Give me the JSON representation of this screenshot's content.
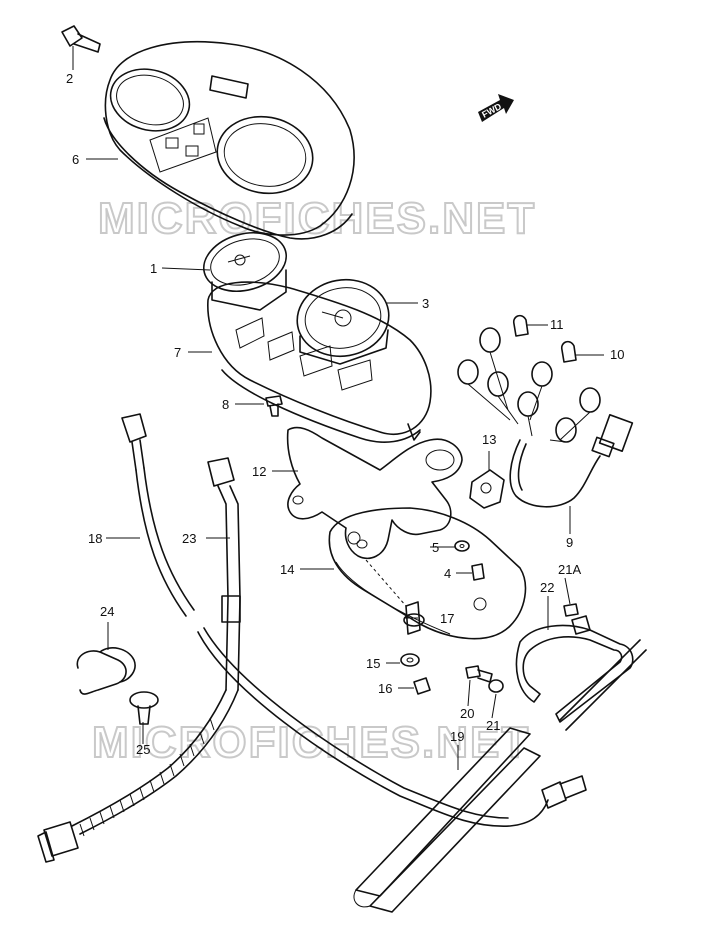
{
  "watermark": "MICROFICHES.NET",
  "direction_label": "FWD",
  "callouts": {
    "c1": "1",
    "c2": "2",
    "c3": "3",
    "c4": "4",
    "c5": "5",
    "c6": "6",
    "c7": "7",
    "c8": "8",
    "c9": "9",
    "c10": "10",
    "c11": "11",
    "c12": "12",
    "c13": "13",
    "c14": "14",
    "c15": "15",
    "c16": "16",
    "c17": "17",
    "c18": "18",
    "c19": "19",
    "c20": "20",
    "c21": "21",
    "c21a": "21A",
    "c22": "22",
    "c23": "23",
    "c24": "24",
    "c25": "25"
  }
}
